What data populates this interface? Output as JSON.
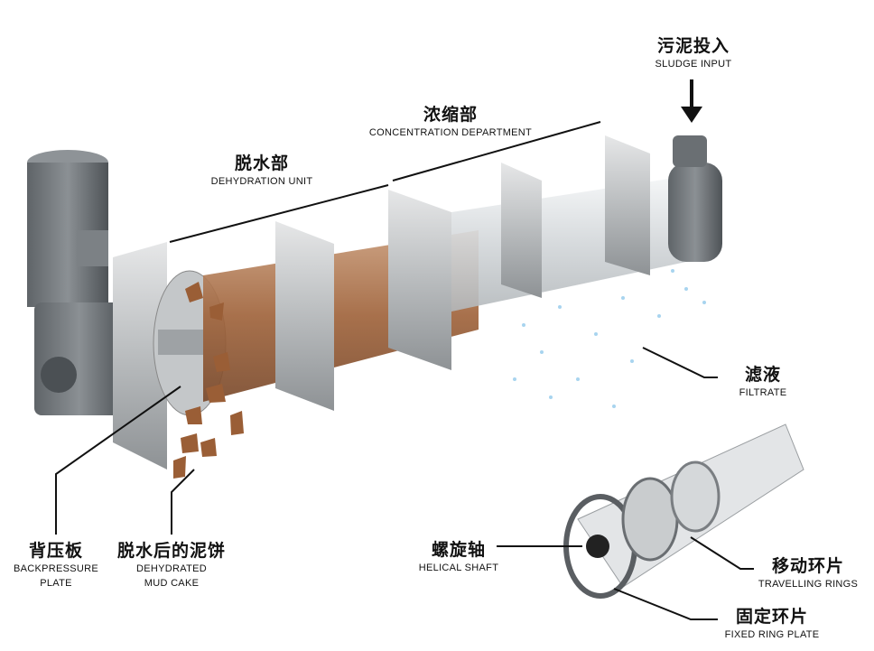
{
  "labels": {
    "sludge_input": {
      "zh": "污泥投入",
      "en": "SLUDGE INPUT"
    },
    "concentration": {
      "zh": "浓缩部",
      "en": "CONCENTRATION DEPARTMENT"
    },
    "dehydration": {
      "zh": "脱水部",
      "en": "DEHYDRATION UNIT"
    },
    "filtrate": {
      "zh": "滤液",
      "en": "FILTRATE"
    },
    "backpressure": {
      "zh": "背压板",
      "en1": "BACKPRESSURE",
      "en2": "PLATE"
    },
    "mud_cake": {
      "zh": "脱水后的泥饼",
      "en1": "DEHYDRATED",
      "en2": "MUD CAKE"
    },
    "helical_shaft": {
      "zh": "螺旋轴",
      "en": "HELICAL SHAFT"
    },
    "travelling_rings": {
      "zh": "移动环片",
      "en": "TRAVELLING RINGS"
    },
    "fixed_ring": {
      "zh": "固定环片",
      "en": "FIXED RING PLATE"
    }
  },
  "colors": {
    "metal": "#a9acae",
    "motor": "#6f7478",
    "cake": "#a0643c",
    "line": "#111111"
  }
}
